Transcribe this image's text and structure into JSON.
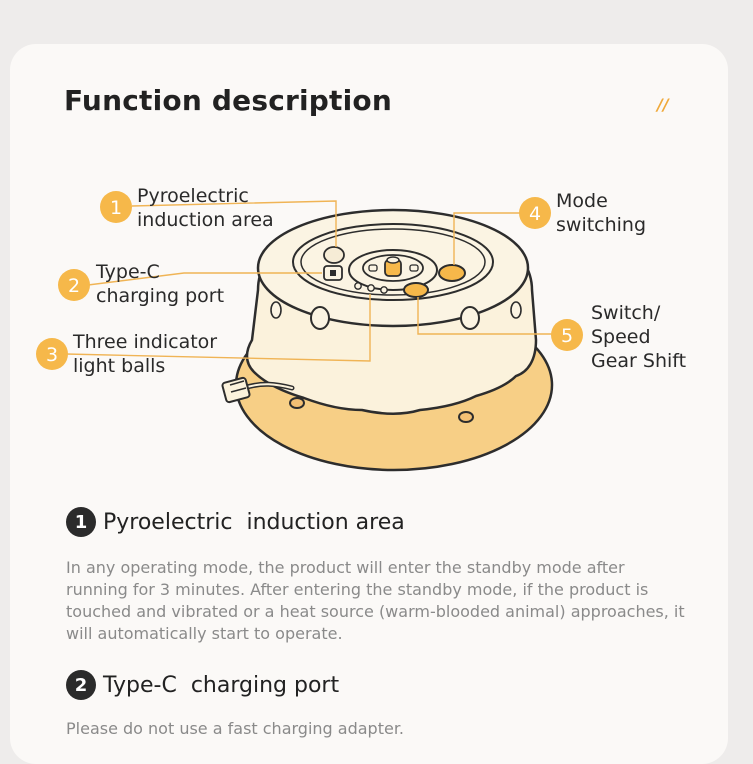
{
  "page": {
    "title": "Function description",
    "decoration": "//"
  },
  "callouts": [
    {
      "num": "1",
      "label": "Pyroelectric\ninduction area"
    },
    {
      "num": "2",
      "label": "Type-C\ncharging port"
    },
    {
      "num": "3",
      "label": "Three indicator\nlight balls"
    },
    {
      "num": "4",
      "label": "Mode\nswitching"
    },
    {
      "num": "5",
      "label": "Switch/\nSpeed\nGear Shift"
    }
  ],
  "sections": [
    {
      "num": "1",
      "heading": "Pyroelectric  induction area",
      "text": "In any operating mode, the product will enter the standby mode after running for 3 minutes. After entering the standby mode, if the product is touched and vibrated or a heat source (warm-blooded animal) approaches, it will automatically start to operate."
    },
    {
      "num": "2",
      "heading": "Type-C  charging port",
      "text": "Please do not use a fast charging adapter."
    }
  ],
  "colors": {
    "accent": "#f6b84a",
    "base": "#f7cf86",
    "body": "#fbf2dc",
    "line": "#f0b455"
  }
}
